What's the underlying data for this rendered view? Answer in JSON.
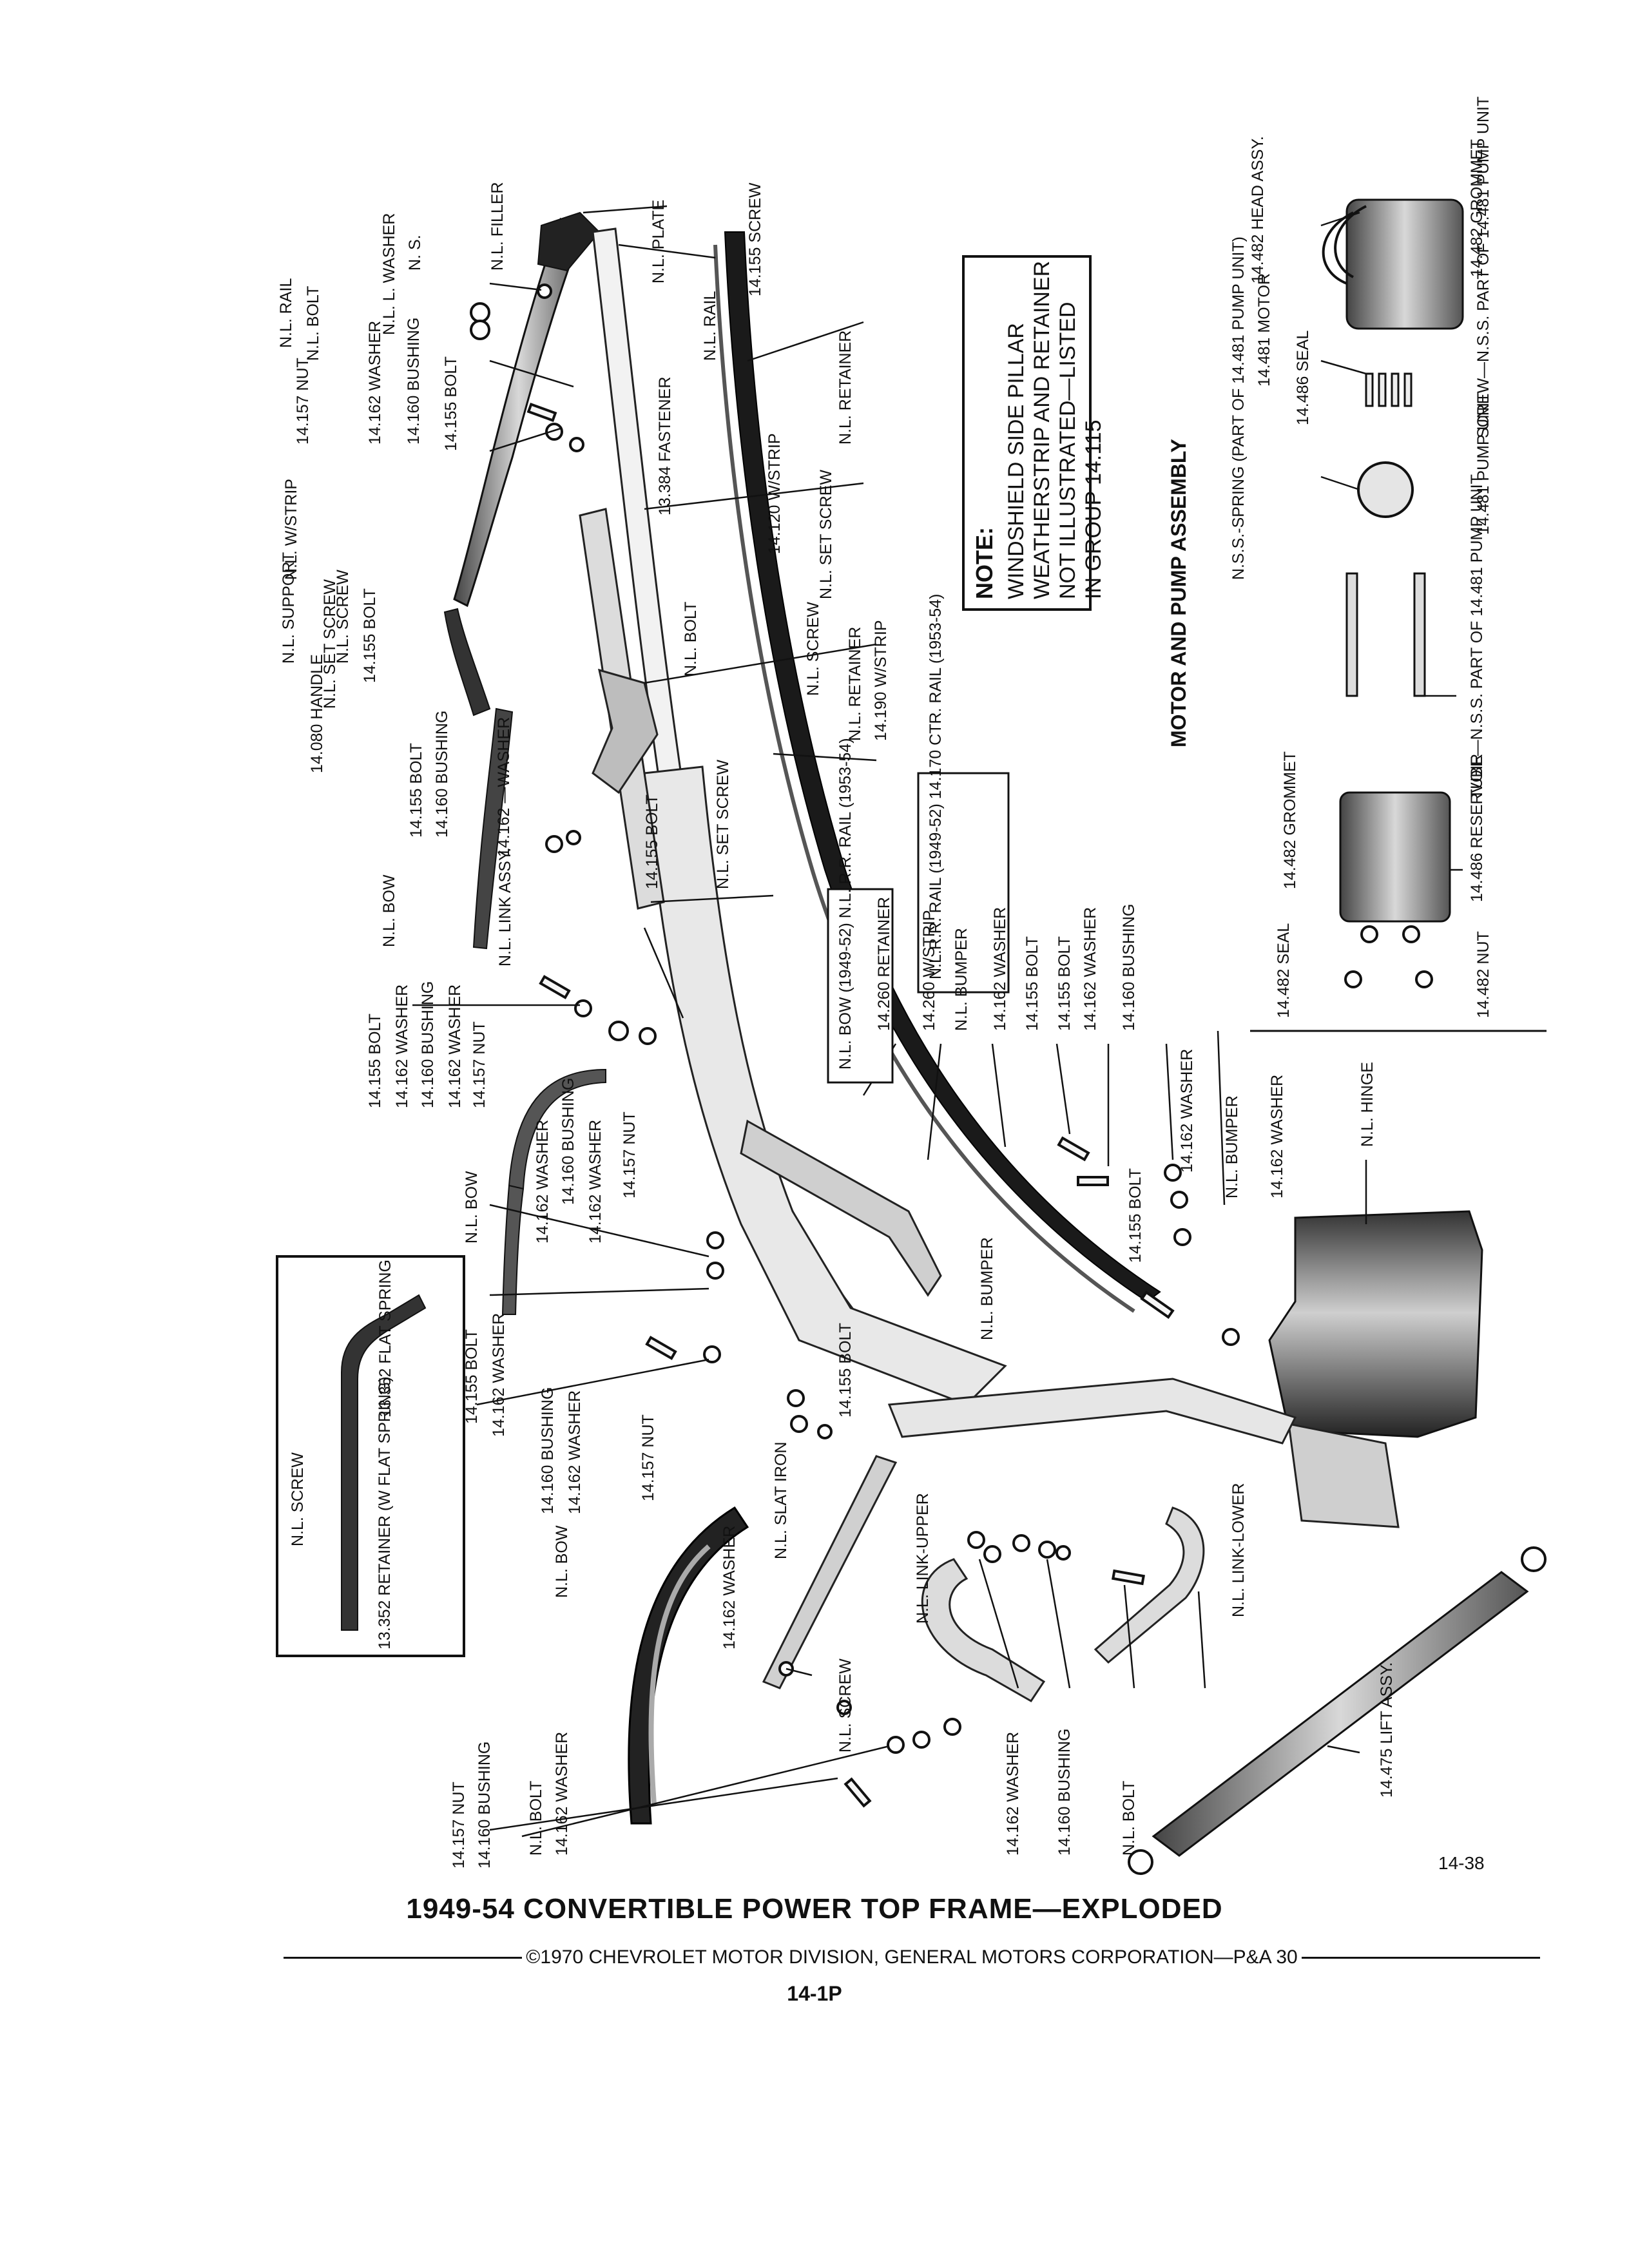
{
  "title": "1949-54 CONVERTIBLE POWER TOP FRAME—EXPLODED",
  "copyright": "©1970 CHEVROLET MOTOR DIVISION, GENERAL MOTORS CORPORATION—P&A 30",
  "page_number": "14-1P",
  "figure_number": "14-38",
  "note": {
    "heading": "NOTE:",
    "lines": [
      "WINDSHIELD SIDE PILLAR",
      "WEATHERSTRIP AND RETAINER",
      "NOT ILLUSTRATED—LISTED",
      "IN GROUP 14.115"
    ]
  },
  "motor_section_title": "MOTOR AND PUMP ASSEMBLY",
  "labels": {
    "l_nl_rail_top": "N.L. RAIL",
    "l_nl_bolt_top": "N.L. BOLT",
    "l_nl_l_washer": "N.L. L. WASHER",
    "l_ns": "N. S.",
    "l_nl_filler": "N.L. FILLER",
    "l_14155_screw_top": "14.155 SCREW",
    "l_nl_plate": "N.L. PLATE",
    "l_nl_rail_2": "N.L. RAIL",
    "l_nl_retainer_top": "N.L. RETAINER",
    "l_14157_nut_a": "14.157 NUT",
    "l_14162_washer_a": "14.162 WASHER",
    "l_14160_bushing_a": "14.160 BUSHING",
    "l_14155_bolt_a": "14.155 BOLT",
    "l_nl_wstrip": "N.L. W/STRIP",
    "l_13384_fastener": "13.384 FASTENER",
    "l_14120_wstrip": "14.120 W/STRIP",
    "l_nl_set_screw_a": "N.L. SET SCREW",
    "l_nl_support": "N.L. SUPPORT",
    "l_nl_screw_a": "N.L. SCREW",
    "l_14155_bolt_b": "14.155 BOLT",
    "l_nl_set_screw_b": "N.L. SET SCREW",
    "l_14080_handle": "14.080 HANDLE",
    "l_nl_bolt_b": "N.L. BOLT",
    "l_nl_screw_b": "N.L. SCREW",
    "l_nl_retainer_b": "N.L. RETAINER",
    "l_14190_wstrip": "14.190 W/STRIP",
    "l_14155_bolt_c": "14.155 BOLT",
    "l_14160_bushing_b": "14.160 BUSHING",
    "l_14162_washer_b": "14.162 —WASHER",
    "l_14155_bolt_d": "14.155 BOLT",
    "l_nl_set_screw_c": "N.L. SET SCREW",
    "l_nl_bow_a": "N.L. BOW",
    "l_nl_link_assy": "N.L. LINK ASSY.",
    "l_nlrr_rail_box": "N.L.R.R. RAIL (1949-52) 14.170 CTR. RAIL (1953-54)",
    "l_nl_bow_box": "N.L. BOW (1949-52) N.L. R.R. RAIL (1953-54)",
    "l_14260_retainer": "14.260 RETAINER",
    "l_14260_wstrip": "14.260 W/STRIP",
    "l_nl_bumper_a": "N.L. BUMPER",
    "l_14162_washer_c": "14.162 WASHER",
    "l_14155_bolt_e": "14.155 BOLT",
    "l_14155_bolt_f": "14.155 BOLT",
    "l_14162_washer_d": "14.162 WASHER",
    "l_14160_bushing_c": "14.160 BUSHING",
    "l_14162_washer_e": "14.162 WASHER",
    "l_14155_bolt_g": "14.155 BOLT",
    "l_14162_washer_f": "14.162 WASHER",
    "l_14160_bushing_d": "14.160 BUSHING",
    "l_14162_washer_g": "14.162 WASHER",
    "l_14157_nut_b": "14.157 NUT",
    "l_nl_bow_b": "N.L. BOW",
    "l_14162_washer_h": "14.162 WASHER",
    "l_14160_bushing_e": "14.160 BUSHING",
    "l_14162_washer_i": "14.162 WASHER",
    "l_14157_nut_c": "14.157 NUT",
    "l_14155_bolt_h": "14.155 BOLT",
    "l_nl_bumper_b": "N.L. BUMPER",
    "l_14162_washer_j": "14.162 WASHER",
    "l_nl_hinge": "N.L. HINGE",
    "l_14155_bolt_i": "14.155 BOLT",
    "l_nl_bumper_c": "N.L. BUMPER",
    "l_14155_bolt_j": "14.155 BOLT",
    "l_14162_washer_k": "14.162 WASHER",
    "l_14160_bushing_f": "14.160 BUSHING",
    "l_14162_washer_l": "14.162 WASHER",
    "l_14157_nut_d": "14.157 NUT",
    "l_13352_flat_spring": "13.352 FLAT SPRING",
    "l_nl_screw_c": "N.L. SCREW",
    "l_13352_retainer": "13.352 RETAINER (W FLAT SPRING)",
    "l_nl_slat_iron": "N.L. SLAT IRON",
    "l_nl_bow_c": "N.L. BOW",
    "l_14162_washer_m": "14.162 WASHER",
    "l_nl_link_upper": "N.L. LINK-UPPER",
    "l_nl_screw_d": "N.L. SCREW",
    "l_nl_link_lower": "N.L. LINK-LOWER",
    "l_14157_nut_e": "14.157 NUT",
    "l_14160_bushing_g": "14.160 BUSHING",
    "l_nl_bolt_c": "N.L. BOLT",
    "l_14162_washer_n": "14.162 WASHER",
    "l_14162_washer_o": "14.162 WASHER",
    "l_14160_bushing_h": "14.160 BUSHING",
    "l_nl_bolt_d": "N.L. BOLT",
    "l_14475_lift": "14.475 LIFT ASSY.",
    "l_14482_head": "14.482 HEAD ASSY.",
    "l_14482_grommet_a": "14.482 GROMMET",
    "l_14481_motor": "14.481 MOTOR",
    "l_14486_seal": "14.486 SEAL",
    "l_screw_nss": "SCREW—N.S.S. PART OF 14.481 PUMP UNIT",
    "l_nss_spring": "N.S.S.-SPRING (PART OF 14.481 PUMP UNIT)",
    "l_14481_pump": "14.481 PUMP UNIT",
    "l_tube_nss": "TUBE—N.S.S. PART OF 14.481 PUMP UNIT",
    "l_14482_grommet_b": "14.482 GROMMET",
    "l_14486_reservoir": "14.486 RESERVOIR",
    "l_14482_seal": "14.482 SEAL",
    "l_14482_nut": "14.482 NUT"
  }
}
